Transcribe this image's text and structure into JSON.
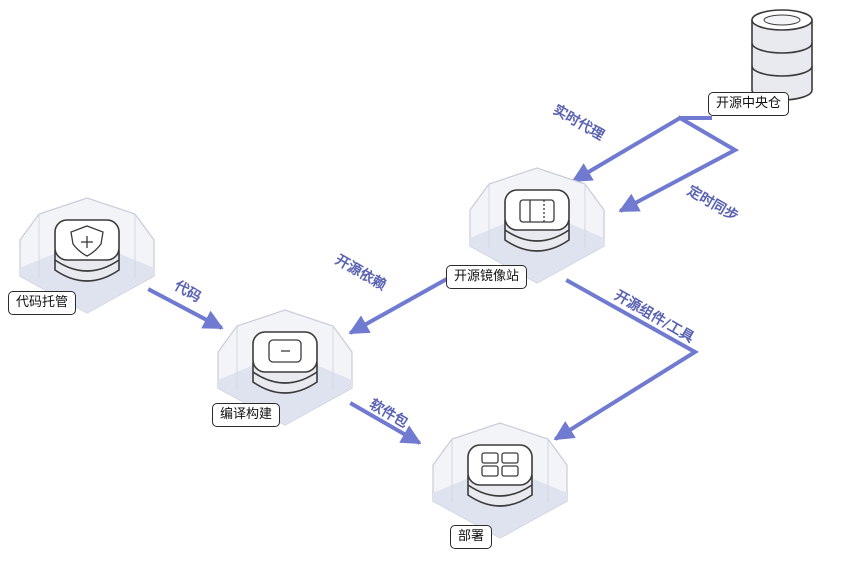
{
  "colors": {
    "arrow": "#6f7ad0",
    "cage_fill": "#f3f4f8",
    "cage_stroke": "#c9ccd9",
    "floor_fill": "#dfe2ef",
    "block_fill": "#e9eaef",
    "block_stroke": "#3a3a3a",
    "label_text": "#5a63b3"
  },
  "nodes": {
    "central_repo": {
      "label": "开源中央仓",
      "icon": "database-icon"
    },
    "mirror_site": {
      "label": "开源镜像站",
      "icon": "document-icon"
    },
    "code_hosting": {
      "label": "代码托管",
      "icon": "shield-icon"
    },
    "build": {
      "label": "编译构建",
      "icon": "terminal-icon"
    },
    "deploy": {
      "label": "部署",
      "icon": "grid-icon"
    }
  },
  "edges": {
    "realtime_proxy": "实时代理",
    "scheduled_sync": "定时同步",
    "open_source_deps": "开源依赖",
    "components_tools": "开源组件/工具",
    "code": "代码",
    "package": "软件包"
  }
}
